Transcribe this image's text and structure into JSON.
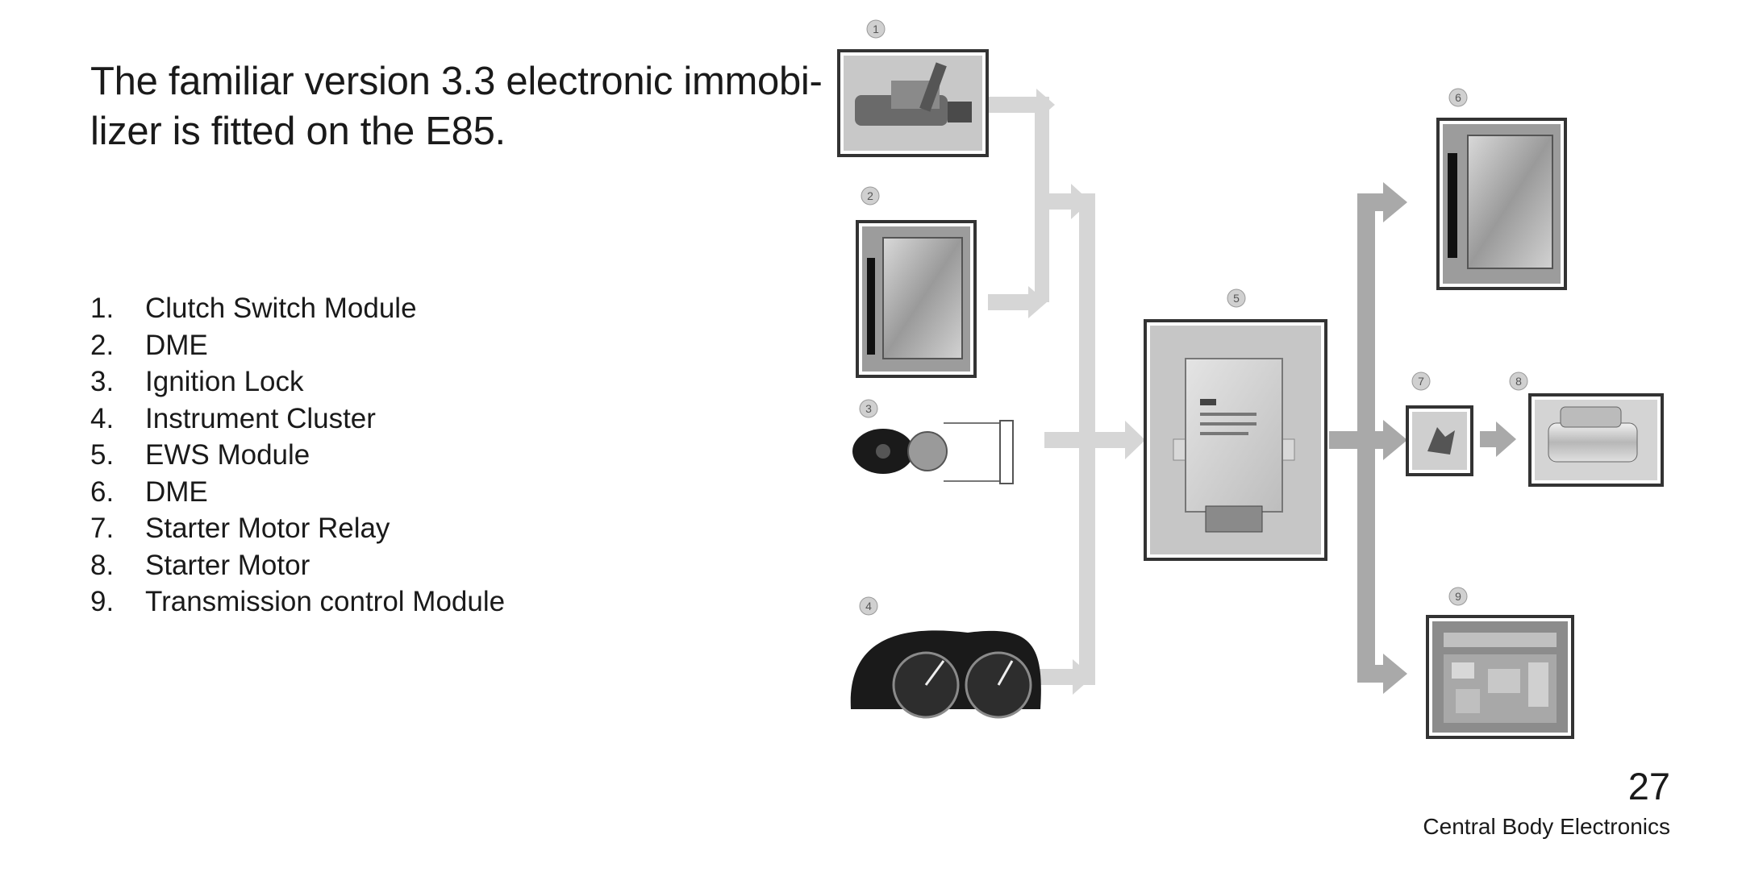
{
  "intro_text": "The familiar version 3.3 electronic immobi- lizer is fitted on the E85.",
  "legend": [
    {
      "num": "1.",
      "label": "Clutch Switch Module"
    },
    {
      "num": "2.",
      "label": "DME"
    },
    {
      "num": "3.",
      "label": "Ignition Lock"
    },
    {
      "num": "4.",
      "label": "Instrument Cluster"
    },
    {
      "num": "5.",
      "label": "EWS Module"
    },
    {
      "num": "6.",
      "label": "DME"
    },
    {
      "num": "7.",
      "label": "Starter Motor Relay"
    },
    {
      "num": "8.",
      "label": "Starter Motor"
    },
    {
      "num": "9.",
      "label": "Transmission control Module"
    }
  ],
  "diagram": {
    "badges": [
      "1",
      "2",
      "3",
      "4",
      "5",
      "6",
      "7",
      "8",
      "9"
    ]
  },
  "page_number": "27",
  "footer_title": "Central Body Electronics"
}
